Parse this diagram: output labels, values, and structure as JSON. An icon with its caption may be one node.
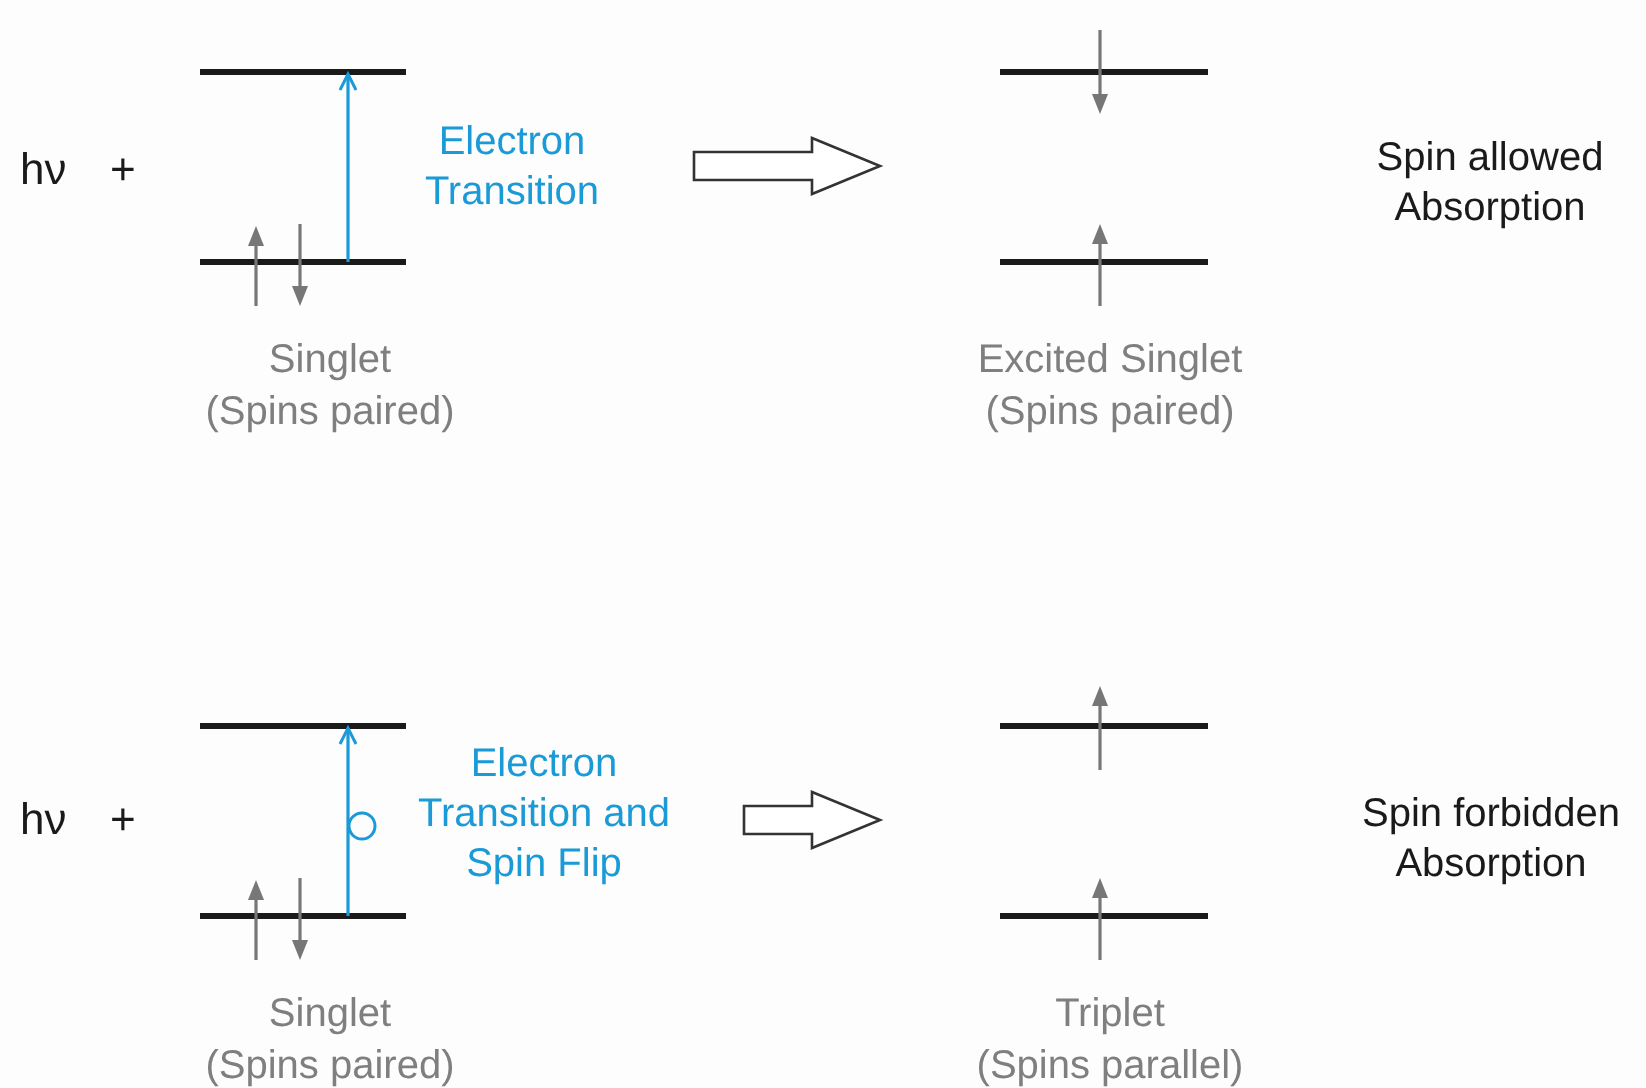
{
  "diagram": {
    "nodes": [
      {
        "text": [
          "Electron Transition"
        ],
        "beside": [
          "Singlet (Spins paired)"
        ]
      },
      {
        "text": [],
        "shape": "picture",
        "beside": [
          "Excited Singlet (Spins paired)"
        ]
      },
      {
        "text": [
          "Electron Transition and Spin Flip"
        ],
        "beside": [
          "Singlet (Spins paired)"
        ]
      },
      {
        "text": [],
        "shape": "picture",
        "beside": [
          "Triplet (Spins parallel)"
        ]
      }
    ],
    "edges": [
      {
        "from": 0,
        "to": 1,
        "arrow": "to",
        "style": "thick"
      },
      {
        "from": 2,
        "to": 3,
        "arrow": "to",
        "style": "thick"
      }
    ],
    "labels": [
      "hν",
      "+",
      "Spin allowed Absorption",
      "hν",
      "+",
      "Spin forbidden Absorption"
    ]
  }
}
